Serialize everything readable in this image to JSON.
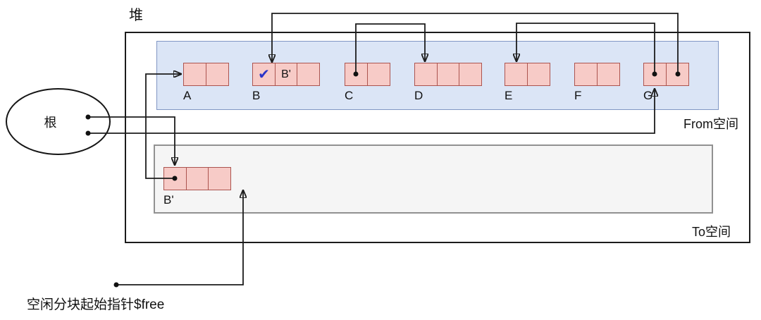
{
  "heap": {
    "label": "堆"
  },
  "root": {
    "label": "根"
  },
  "from_space": {
    "label": "From空间",
    "blocks": {
      "A": {
        "label": "A",
        "cells": [
          "",
          ""
        ]
      },
      "B": {
        "label": "B",
        "cells": [
          "✔",
          "B'",
          ""
        ]
      },
      "C": {
        "label": "C",
        "cells": [
          "",
          ""
        ]
      },
      "D": {
        "label": "D",
        "cells": [
          "",
          "",
          ""
        ]
      },
      "E": {
        "label": "E",
        "cells": [
          "",
          ""
        ]
      },
      "F": {
        "label": "F",
        "cells": [
          "",
          ""
        ]
      },
      "G": {
        "label": "G",
        "cells": [
          "",
          ""
        ]
      }
    }
  },
  "to_space": {
    "label": "To空间",
    "blocks": {
      "Bp": {
        "label": "B'",
        "cells": [
          "",
          "",
          ""
        ]
      }
    }
  },
  "free_pointer": {
    "label": "空闲分块起始指针$free"
  },
  "pointers": [
    {
      "from": "根",
      "to": "B'(To空间)"
    },
    {
      "from": "根",
      "to": "G"
    },
    {
      "from": "B'.cell1",
      "to": "A"
    },
    {
      "from": "C.cell1",
      "to": "D"
    },
    {
      "from": "G.cell1",
      "to": "E"
    },
    {
      "from": "G.cell2",
      "to": "B"
    },
    {
      "from": "$free",
      "to": "To空间空闲区"
    }
  ],
  "colors": {
    "from_fill": "#dbe5f6",
    "from_stroke": "#8096c4",
    "to_fill": "#f5f5f5",
    "to_stroke": "#919191",
    "cell_fill": "#f7cbc7",
    "cell_stroke": "#ac544f",
    "check_mark": "#2a34c8",
    "line": "#1c1c1c"
  }
}
